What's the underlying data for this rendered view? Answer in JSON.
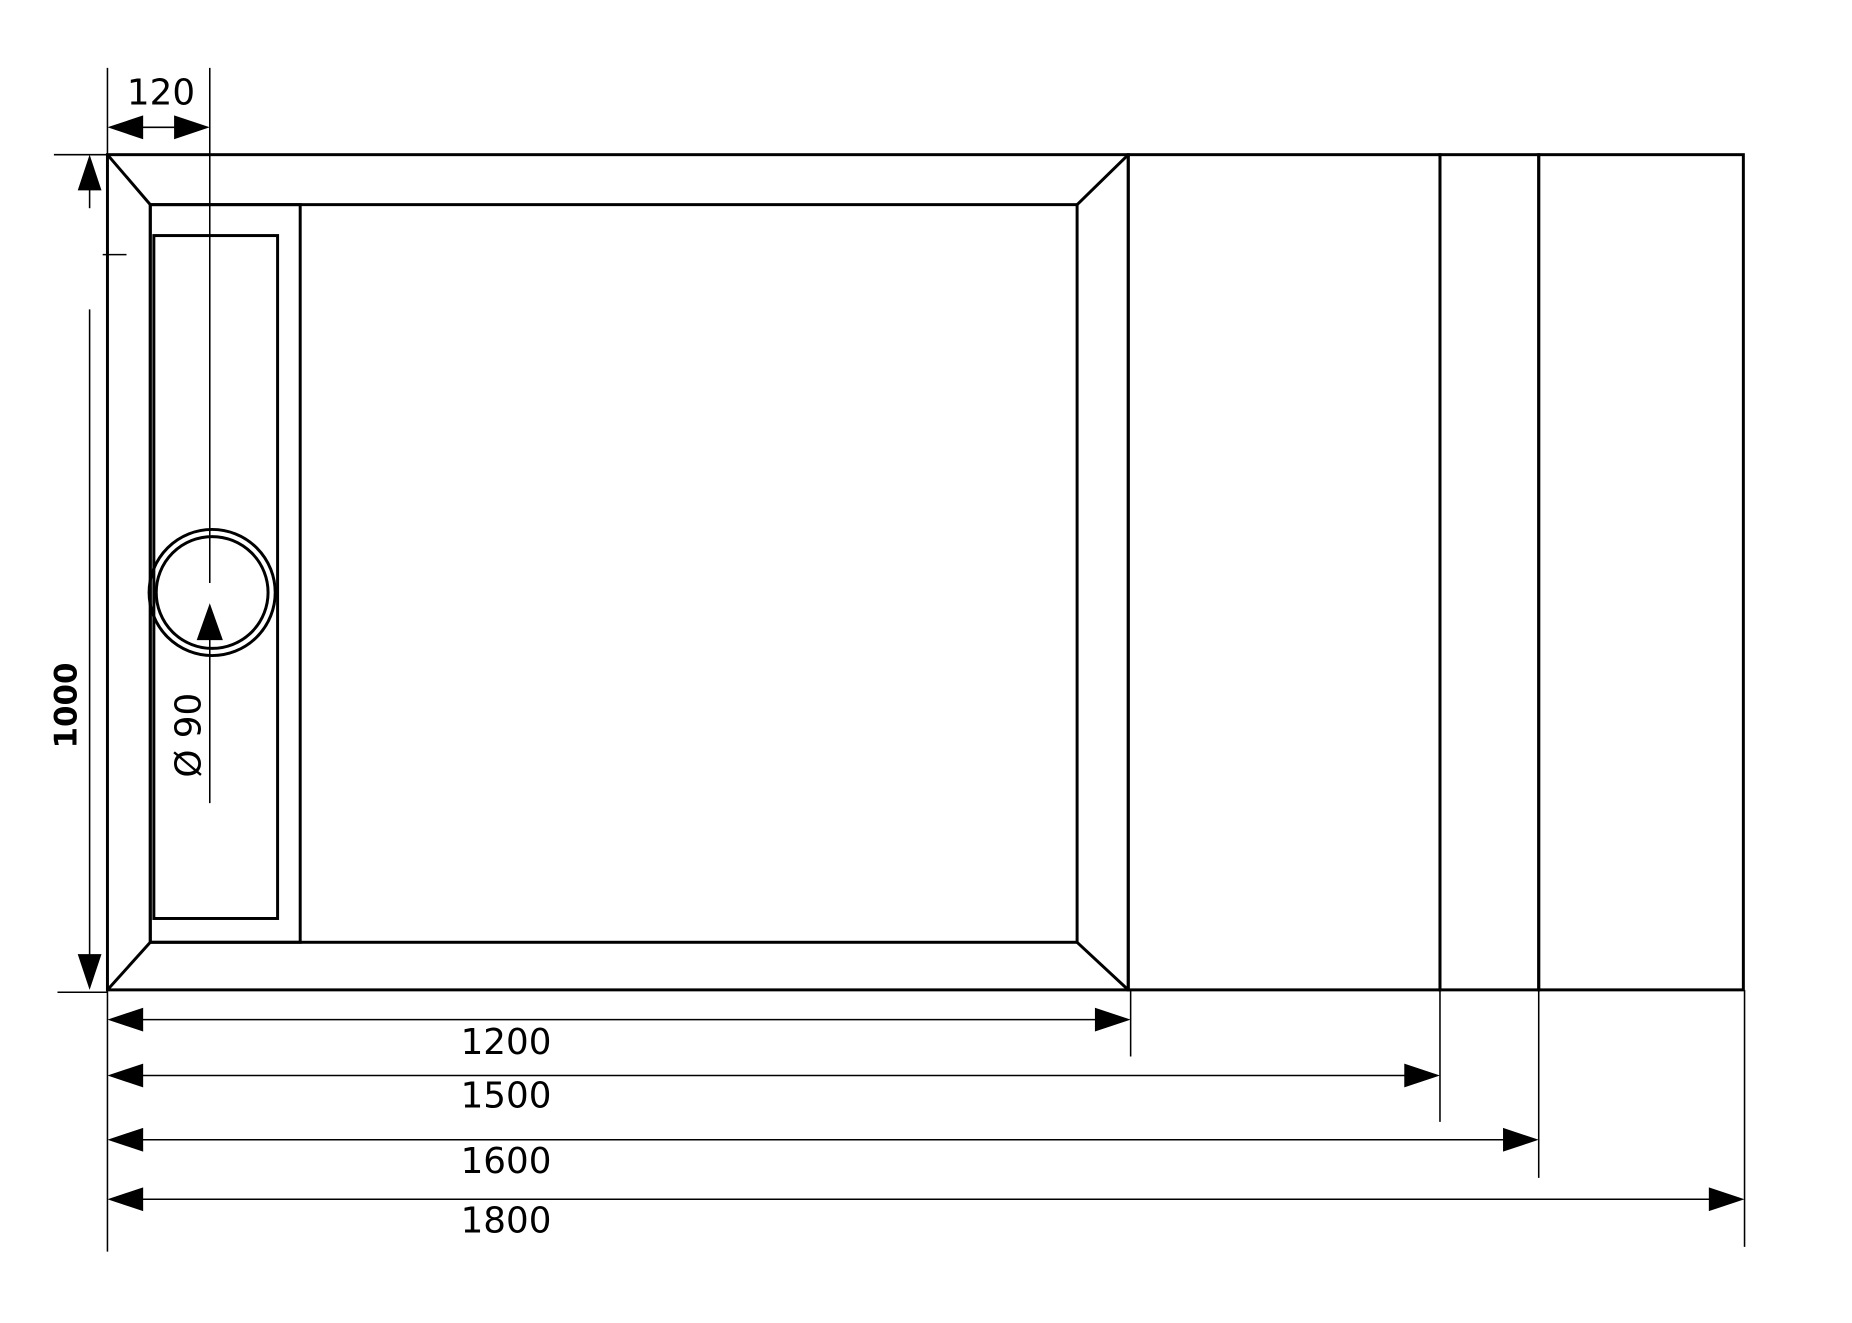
{
  "drawing": {
    "dimensions": {
      "drain_offset": "120",
      "depth": "1000",
      "drain_diameter": "Ø 90",
      "width_1200": "1200",
      "width_1500": "1500",
      "width_1600": "1600",
      "width_1800": "1800"
    },
    "colors": {
      "line": "#000000",
      "background": "#ffffff"
    }
  }
}
